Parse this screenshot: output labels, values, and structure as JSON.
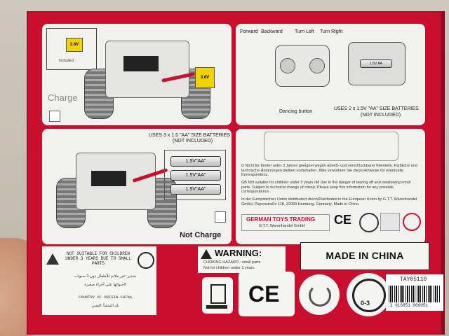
{
  "panel_charge": {
    "volt_a": "3.6V",
    "volt_b": "3.6V",
    "included": "Included",
    "label": "Charge"
  },
  "panel_remote": {
    "forward": "Forward",
    "backward": "Backward",
    "turn_left": "Turn Left",
    "turn_right": "Turn Right",
    "dancing": "Dancing button",
    "batt_text": "1.5V AA",
    "batteries": "USES 2 x 1.5V \"AA\" SIZE BATTERIES",
    "not_included": "(NOT INCLUDED)"
  },
  "panel_notcharge": {
    "batteries": "USES 3 x 1.5 \"AA\" SIZE BATTERIES",
    "not_included": "(NOT INCLUDED)",
    "cell1": "1.5V\"AA\"",
    "cell2": "1.5V\"AA\"",
    "cell3": "1.5V\"AA\"",
    "label": "Not Charge"
  },
  "panel_text": {
    "d": "D  Nicht für Kinder unter 3 Jahren geeignet wegen abreiß- und verschluckbarer Kleinteile. Farbliche und technische Änderungen bleiben vorbehalten. Bitte verwahren Sie diese Hinweise für eventuelle Korrespondenz.",
    "gb": "GB  Not suitable for children under 3 years old due to the danger of tearing off and swallowing small parts. Subject to technical change of colour. Please keep this information for any possible correspondence.",
    "dist": "In der Europäischen Union distributiert durch/Distributed in the European Union by G.T.T. Warenhandel GmbH, Papenstraße 118, 22089 Hamburg, Germany. Made in China",
    "brand": "GERMAN TOYS TRADING",
    "brand_sub": "G.T.T. Warenhandel GmbH",
    "ce": "CE"
  },
  "warning_left": {
    "en": "NOT SUITABLE FOR CHILDREN UNDER 3 YEARS DUE TO SMALL PARTS",
    "ar1": "تحذير: غير ملائم للأطفال دون 3 سنوات",
    "ar2": "لاحتوائها على أجزاء صغيرة",
    "origin": "COUNTRY OF ORIGIN-CHINA",
    "origin_ar": "بلد المنشأ: الصين"
  },
  "warning_center": {
    "title": "WARNING:",
    "line1": "CHOKING HAZARD - small parts.",
    "line2": "Not for children under 3 years."
  },
  "made_in_china": "MADE IN CHINA",
  "ce_mark": "CE",
  "age_mark": "0-3",
  "barcode": {
    "code": "TAY05110",
    "digits": "2 916851 000051"
  },
  "colors": {
    "box_red": "#c8102e",
    "panel": "#f1f1ef",
    "battery_yellow": "#f2d200"
  }
}
